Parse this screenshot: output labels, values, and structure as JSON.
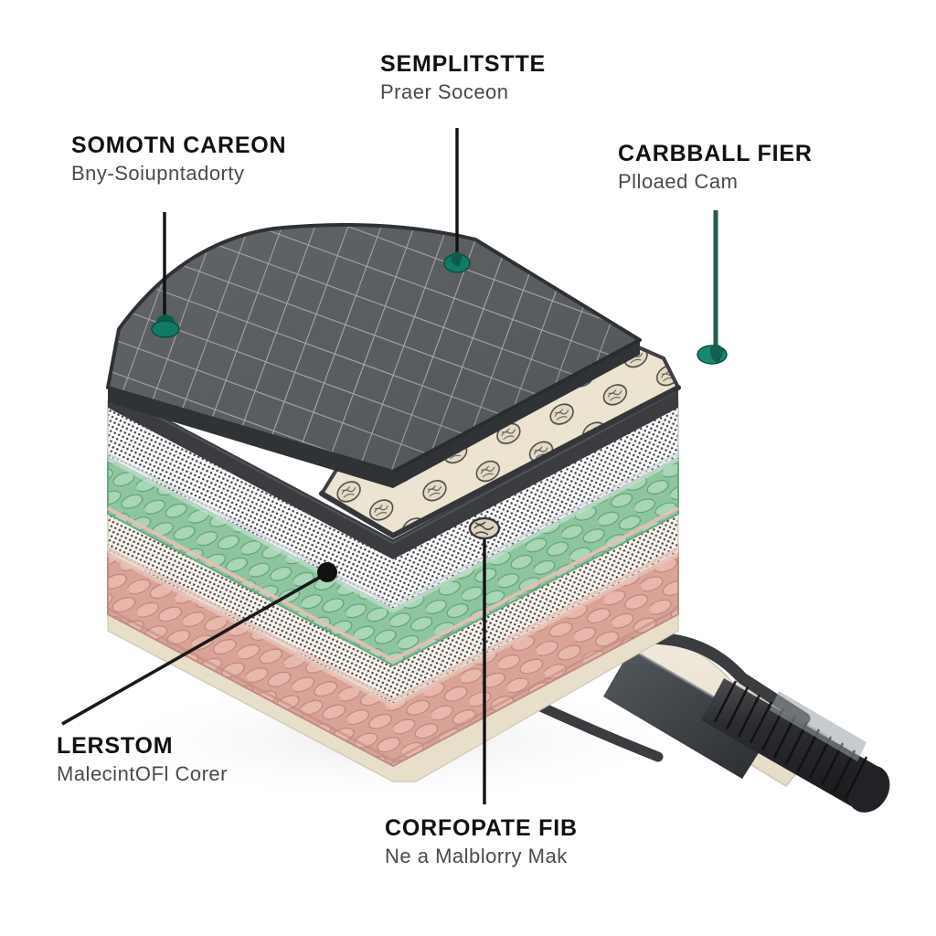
{
  "figure": {
    "background_color": "#ffffff",
    "subject": "pickleball-paddle-layer-cutaway",
    "view": "isometric exploded cross-section"
  },
  "callouts": [
    {
      "key": "top_left",
      "title": "SOMOTN CAREON",
      "subtitle": "Bny-Soiupntadorty",
      "marker": "teal-pin-marker",
      "leader_color": "#111111"
    },
    {
      "key": "top_center",
      "title": "SEMPLITSTTE",
      "subtitle": "Praer Soceon",
      "marker": "teal-pin-marker",
      "leader_color": "#111111"
    },
    {
      "key": "top_right",
      "title": "CARBBALL FIER",
      "subtitle": "Plloaed Cam",
      "marker": "teal-pin-marker",
      "leader_color": "#1f5e52"
    },
    {
      "key": "bottom_left",
      "title": "LERSTOM",
      "subtitle": "MalecintOFl Corer",
      "marker": "black-dot-marker",
      "leader_color": "#1a1a1a"
    },
    {
      "key": "bottom_center",
      "title": "CORFOPATE FIB",
      "subtitle": "Ne a Malblorry Mak",
      "marker": "black-dot-marker",
      "leader_color": "#111111"
    }
  ],
  "layers": [
    {
      "name": "carbon-fiber-face",
      "color": "#5d6063",
      "pattern": "diagonal-crosshatch"
    },
    {
      "name": "dark-edge-band",
      "color": "#3a3c3f",
      "pattern": "solid"
    },
    {
      "name": "composite-fiber-core-top",
      "color": "#ece3d0",
      "pattern": "circular-fiber-dots"
    },
    {
      "name": "white-mesh-upper",
      "color": "#f7f7f7",
      "pattern": "fine-dot-weave"
    },
    {
      "name": "green-woven-layer",
      "color": "#8fc7a0",
      "pattern": "woven-braid"
    },
    {
      "name": "white-mesh-lower",
      "color": "#f4f1ee",
      "pattern": "fine-dot-weave"
    },
    {
      "name": "pink-woven-layer",
      "color": "#dba79c",
      "pattern": "woven-braid"
    },
    {
      "name": "cream-substrate",
      "color": "#efe6d3",
      "pattern": "solid"
    }
  ],
  "handle": {
    "name": "paddle-handle",
    "grip_color": "#2c2c2e",
    "band_count": 13,
    "highlight_color": "#9aa0a5"
  },
  "colors": {
    "teal_marker": "#117a64",
    "teal_marker_dark": "#0d5c4a",
    "black_marker": "#111111",
    "title_text": "#111111",
    "subtitle_text": "#4a4a4a"
  }
}
